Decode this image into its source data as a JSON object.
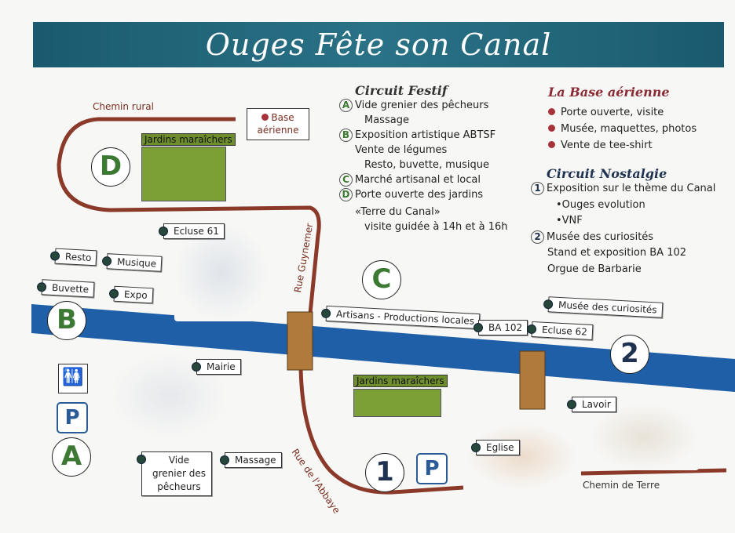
{
  "title": "Ouges Fête son Canal",
  "circuit_festif": {
    "heading": "Circuit Festif",
    "items": [
      {
        "marker": "A",
        "lines": [
          "Vide grenier des pêcheurs",
          "Massage"
        ]
      },
      {
        "marker": "B",
        "lines": [
          "Exposition artistique ABTSF",
          "Vente de légumes",
          "Resto, buvette, musique"
        ]
      },
      {
        "marker": "C",
        "lines": [
          "Marché artisanal et local"
        ]
      },
      {
        "marker": "D",
        "lines": [
          "Porte ouverte des jardins",
          "«Terre du Canal»",
          "visite guidée à 14h et à 16h"
        ]
      }
    ]
  },
  "base_aerienne": {
    "heading": "La Base aérienne",
    "items": [
      "Porte ouverte, visite",
      "Musée, maquettes, photos",
      "Vente de tee-shirt"
    ]
  },
  "circuit_nostalgie": {
    "heading": "Circuit Nostalgie",
    "items": [
      {
        "marker": "1",
        "lines": [
          "Exposition sur le thème du Canal",
          "•Ouges evolution",
          "•VNF"
        ]
      },
      {
        "marker": "2",
        "lines": [
          "Musée des curiosités",
          "Stand et exposition BA 102",
          "Orgue de Barbarie"
        ]
      }
    ]
  },
  "map": {
    "roads": {
      "chemin_rural": "Chemin rural",
      "rue_guynemer": "Rue Guynemer",
      "rue_abbaye": "Rue de l'Abbaye",
      "chemin_terre": "Chemin de Terre"
    },
    "base_label": "Base aérienne",
    "labels": {
      "ecluse61": "Ecluse 61",
      "resto": "Resto",
      "musique": "Musique",
      "buvette": "Buvette",
      "expo": "Expo",
      "artisans": "Artisans - Productions locales",
      "ba102": "BA 102",
      "ecluse62": "Ecluse 62",
      "musee": "Musée des curiosités",
      "mairie": "Mairie",
      "lavoir": "Lavoir",
      "eglise": "Eglise",
      "vide_grenier": "Vide grenier des pêcheurs",
      "massage": "Massage"
    },
    "gardens": [
      "Jardins maraîchers",
      "Jardins maraîchers"
    ],
    "markers": {
      "A": "A",
      "B": "B",
      "C": "C",
      "D": "D",
      "one": "1",
      "two": "2"
    },
    "parking": "P",
    "colors": {
      "banner": "#1b5a6e",
      "road": "#8b3a2a",
      "canal": "#1f5fa8",
      "letters": "#3c7a34",
      "numbers": "#1f3350"
    }
  }
}
